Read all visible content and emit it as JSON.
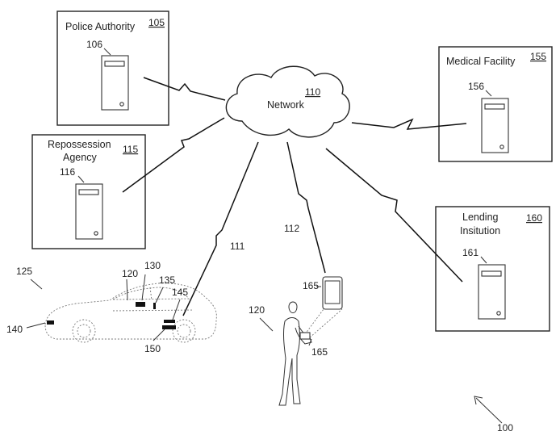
{
  "figure_ref": "100",
  "network": {
    "label": "Network",
    "ref": "110"
  },
  "nodes": {
    "police": {
      "label": "Police Authority",
      "ref": "105",
      "server_ref": "106"
    },
    "repossession": {
      "label_line1": "Repossession",
      "label_line2": "Agency",
      "ref": "115",
      "server_ref": "116"
    },
    "medical": {
      "label": "Medical Facility",
      "ref": "155",
      "server_ref": "156"
    },
    "lending": {
      "label_line1": "Lending",
      "label_line2": "Insitution",
      "ref": "160",
      "server_ref": "161"
    }
  },
  "links": {
    "vehicle_link": "111",
    "phone_link": "112"
  },
  "vehicle": {
    "ref": "125",
    "person_ref": "120",
    "parts": {
      "p130": "130",
      "p135": "135",
      "p145": "145",
      "p140": "140",
      "p150": "150"
    }
  },
  "user": {
    "ref": "120",
    "phone_ref_top": "165",
    "phone_ref_bottom": "165"
  }
}
